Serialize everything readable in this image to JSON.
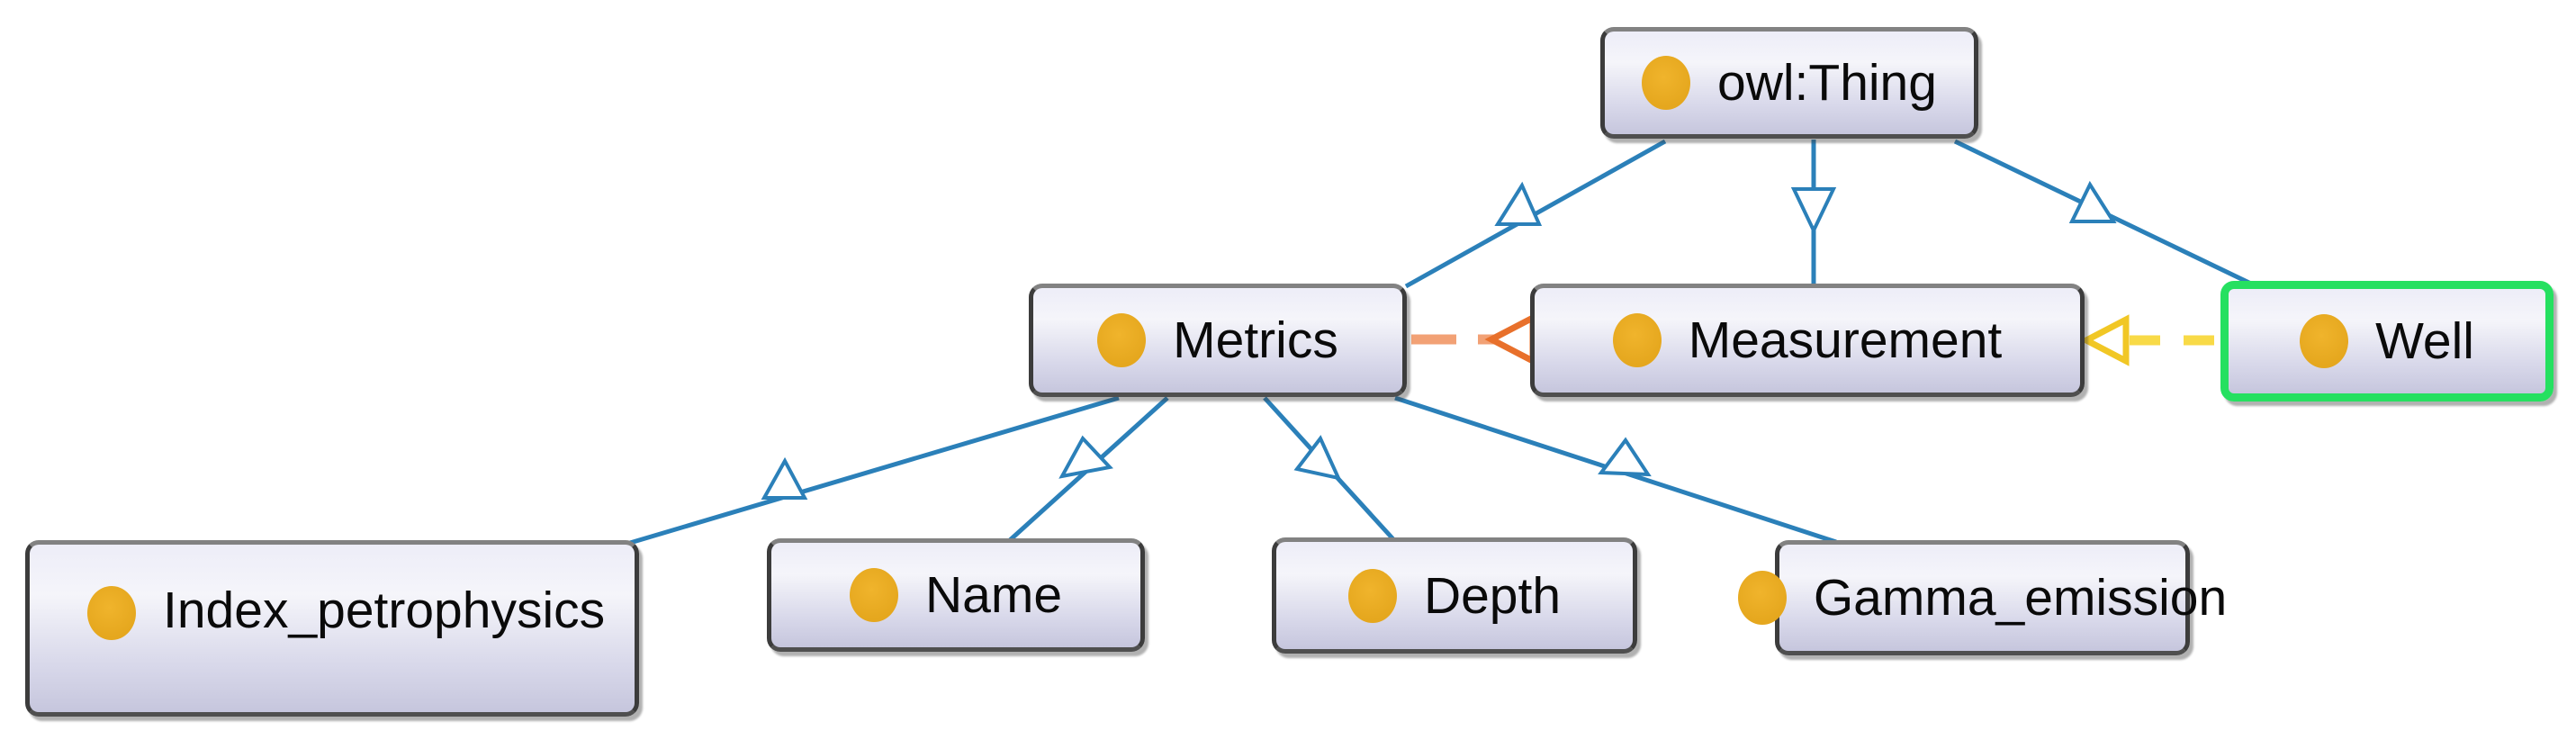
{
  "diagram": {
    "title": "Ontology class hierarchy graph",
    "nodes": [
      {
        "id": "owl_thing",
        "label": "owl:Thing",
        "icon": "class-icon",
        "selected": false
      },
      {
        "id": "metrics",
        "label": "Metrics",
        "icon": "class-icon",
        "selected": false
      },
      {
        "id": "measurement",
        "label": "Measurement",
        "icon": "class-icon",
        "selected": false
      },
      {
        "id": "well",
        "label": "Well",
        "icon": "class-icon",
        "selected": true
      },
      {
        "id": "index_petrophysics",
        "label": "Index_petrophysics",
        "icon": "class-icon",
        "selected": false
      },
      {
        "id": "name",
        "label": "Name",
        "icon": "class-icon",
        "selected": false
      },
      {
        "id": "depth",
        "label": "Depth",
        "icon": "class-icon",
        "selected": false
      },
      {
        "id": "gamma_emission",
        "label": "Gamma_emission",
        "icon": "class-icon",
        "selected": false
      }
    ],
    "edges": [
      {
        "from": "owl:Thing",
        "to": "Metrics",
        "style": "solid-blue",
        "arrow": "hollow-triangle-midline"
      },
      {
        "from": "owl:Thing",
        "to": "Measurement",
        "style": "solid-blue",
        "arrow": "hollow-triangle-midline"
      },
      {
        "from": "owl:Thing",
        "to": "Well",
        "style": "solid-blue",
        "arrow": "hollow-triangle-midline"
      },
      {
        "from": "Metrics",
        "to": "Index_petrophysics",
        "style": "solid-blue",
        "arrow": "hollow-triangle-midline"
      },
      {
        "from": "Metrics",
        "to": "Name",
        "style": "solid-blue",
        "arrow": "hollow-triangle-midline"
      },
      {
        "from": "Metrics",
        "to": "Depth",
        "style": "solid-blue",
        "arrow": "hollow-triangle-midline"
      },
      {
        "from": "Metrics",
        "to": "Gamma_emission",
        "style": "solid-blue",
        "arrow": "hollow-triangle-midline"
      },
      {
        "from": "Metrics",
        "to": "Measurement",
        "style": "dashed-orange",
        "arrow": "hollow-triangle-left"
      },
      {
        "from": "Well",
        "to": "Measurement",
        "style": "dashed-yellow",
        "arrow": "hollow-triangle-left"
      }
    ],
    "colors": {
      "edge_subclass": "#2b80b9",
      "edge_dashed_orange": "#f2a175",
      "edge_dashed_orange_arrow": "#e8702b",
      "edge_dashed_yellow": "#f8da47",
      "edge_dashed_yellow_arrow": "#f1c725",
      "selected_node_border": "#25e060",
      "class_icon": "#e5a71e",
      "node_fill_top": "#ededf8",
      "node_fill_bottom": "#c6c6dd",
      "node_border": "#3c3c3c"
    }
  }
}
